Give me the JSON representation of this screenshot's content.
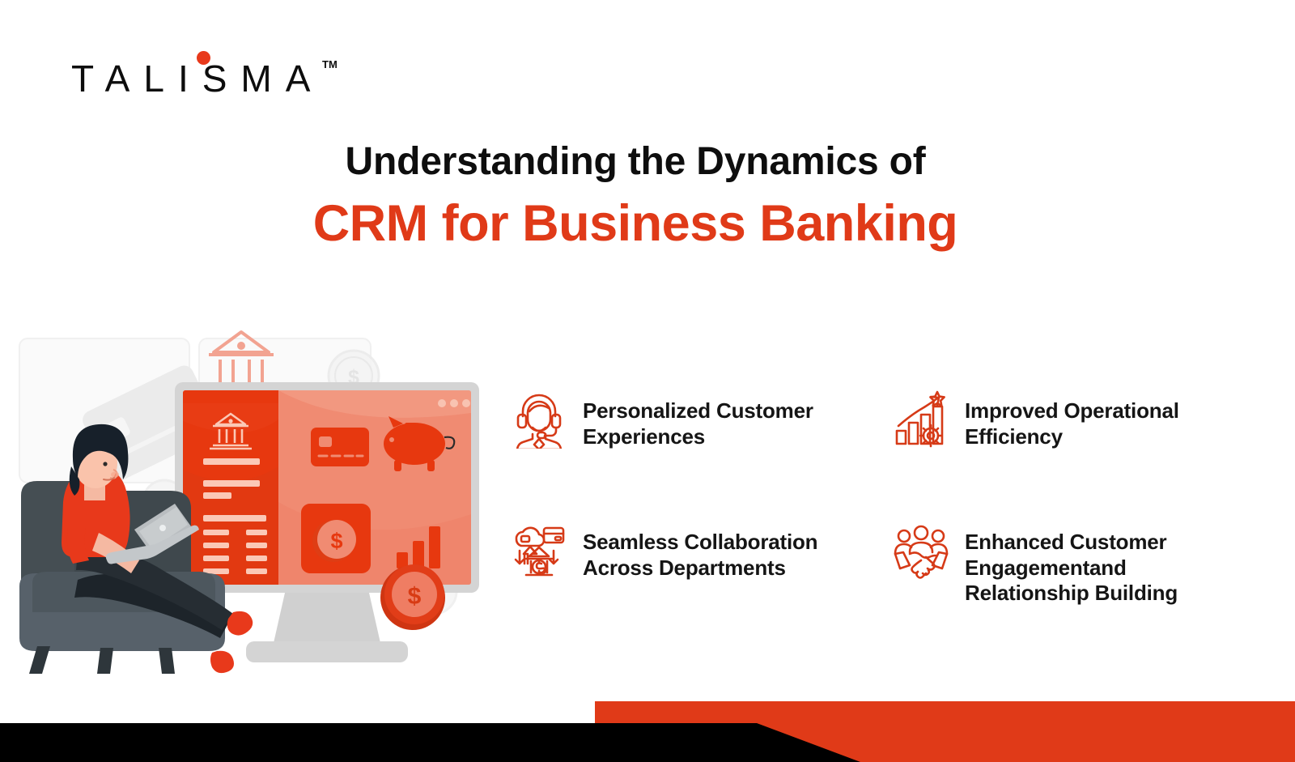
{
  "brand": {
    "name": "TALISMA",
    "trademark": "TM",
    "dot_color": "#e8391b",
    "accent_color": "#e03a18",
    "text_color": "#0d0d0d"
  },
  "headline": {
    "line1": "Understanding the Dynamics of",
    "line2": "CRM for Business Banking"
  },
  "features": [
    {
      "icon": "headset-support-agent-icon",
      "label": "Personalized Customer Experiences"
    },
    {
      "icon": "growth-chart-star-gear-icon",
      "label": "Improved Operational Efficiency"
    },
    {
      "icon": "cloud-bank-card-transfer-icon",
      "label": "Seamless Collaboration Across Departments"
    },
    {
      "icon": "team-handshake-icon",
      "label": "Enhanced Customer Engagementand Relationship Building"
    }
  ],
  "illustration": {
    "description": "woman-on-armchair-with-laptop-and-banking-dashboard-monitor",
    "elements": [
      "background-card-panel",
      "tilted-credit-card",
      "bank-building-icon",
      "faint-dollar-coin",
      "desktop-monitor",
      "dashboard-sidebar",
      "dashboard-bank-icon",
      "dashboard-credit-card",
      "dashboard-piggy-bank",
      "dashboard-dollar-coin-tile",
      "dashboard-bar-chart",
      "window-dots",
      "red-dollar-coin",
      "armchair",
      "woman-figure",
      "laptop"
    ],
    "colors": {
      "screen_sidebar": "#e7380f",
      "screen_main": "#f08b72",
      "monitor_frame": "#d4d4d4",
      "chair": "#4a5358",
      "shirt": "#e8391b",
      "hair": "#17202a"
    }
  },
  "bottom_bands": {
    "red_color": "#e03a18",
    "black_color": "#000000"
  }
}
